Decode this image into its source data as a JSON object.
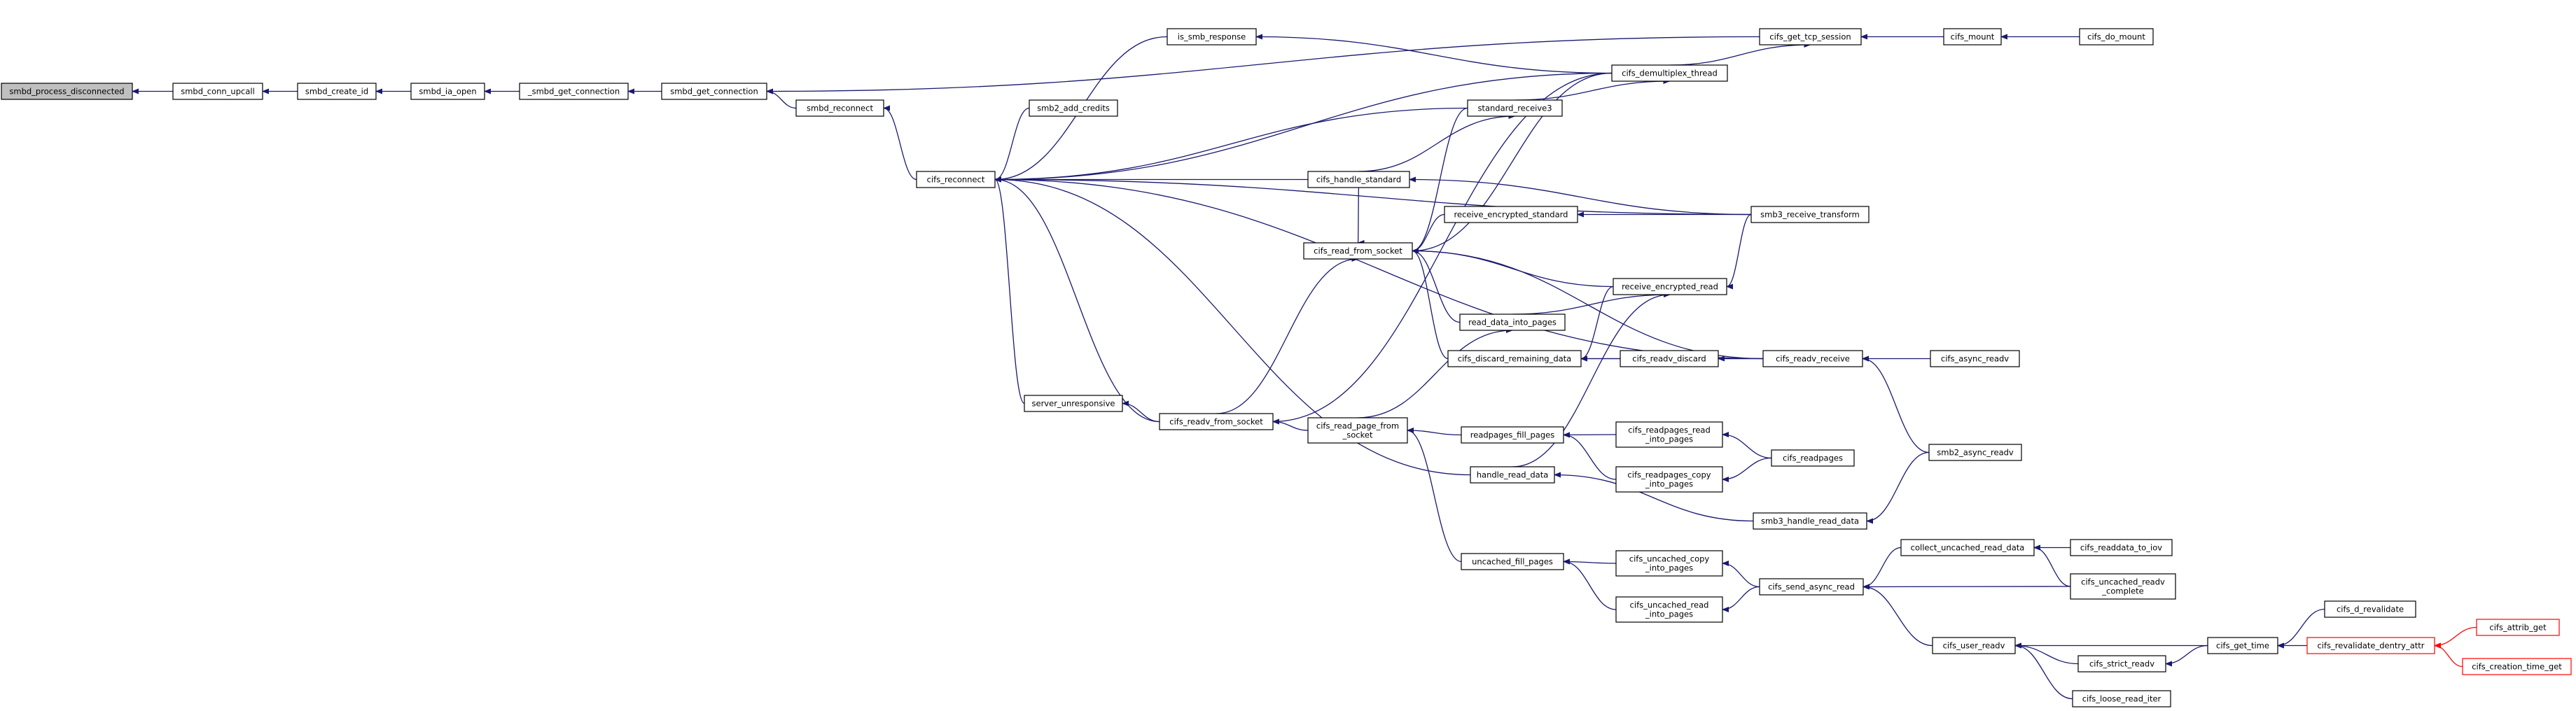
{
  "nodes": [
    {
      "id": "smbd_process_disconnected",
      "lines": [
        "smbd_process_disconnected"
      ],
      "style": "root"
    },
    {
      "id": "smbd_conn_upcall",
      "lines": [
        "smbd_conn_upcall"
      ]
    },
    {
      "id": "smbd_create_id",
      "lines": [
        "smbd_create_id"
      ]
    },
    {
      "id": "smbd_ia_open",
      "lines": [
        "smbd_ia_open"
      ]
    },
    {
      "id": "_smbd_get_connection",
      "lines": [
        "_smbd_get_connection"
      ]
    },
    {
      "id": "smbd_get_connection",
      "lines": [
        "smbd_get_connection"
      ]
    },
    {
      "id": "smbd_reconnect",
      "lines": [
        "smbd_reconnect"
      ]
    },
    {
      "id": "cifs_reconnect",
      "lines": [
        "cifs_reconnect"
      ]
    },
    {
      "id": "is_smb_response",
      "lines": [
        "is_smb_response"
      ]
    },
    {
      "id": "smb2_add_credits",
      "lines": [
        "smb2_add_credits"
      ]
    },
    {
      "id": "standard_receive3",
      "lines": [
        "standard_receive3"
      ]
    },
    {
      "id": "cifs_handle_standard",
      "lines": [
        "cifs_handle_standard"
      ]
    },
    {
      "id": "cifs_read_from_socket",
      "lines": [
        "cifs_read_from_socket"
      ]
    },
    {
      "id": "receive_encrypted_standard",
      "lines": [
        "receive_encrypted_standard"
      ]
    },
    {
      "id": "read_data_into_pages",
      "lines": [
        "read_data_into_pages"
      ]
    },
    {
      "id": "cifs_discard_remaining_data",
      "lines": [
        "cifs_discard_remaining_data"
      ]
    },
    {
      "id": "server_unresponsive",
      "lines": [
        "server_unresponsive"
      ]
    },
    {
      "id": "cifs_readv_from_socket",
      "lines": [
        "cifs_readv_from_socket"
      ]
    },
    {
      "id": "cifs_read_page_from_socket",
      "lines": [
        "cifs_read_page_from",
        "_socket"
      ]
    },
    {
      "id": "readpages_fill_pages",
      "lines": [
        "readpages_fill_pages"
      ]
    },
    {
      "id": "handle_read_data",
      "lines": [
        "handle_read_data"
      ]
    },
    {
      "id": "uncached_fill_pages",
      "lines": [
        "uncached_fill_pages"
      ]
    },
    {
      "id": "cifs_get_tcp_session",
      "lines": [
        "cifs_get_tcp_session"
      ]
    },
    {
      "id": "cifs_mount",
      "lines": [
        "cifs_mount"
      ]
    },
    {
      "id": "cifs_do_mount",
      "lines": [
        "cifs_do_mount"
      ]
    },
    {
      "id": "cifs_demultiplex_thread",
      "lines": [
        "cifs_demultiplex_thread"
      ]
    },
    {
      "id": "smb3_receive_transform",
      "lines": [
        "smb3_receive_transform"
      ]
    },
    {
      "id": "receive_encrypted_read",
      "lines": [
        "receive_encrypted_read"
      ]
    },
    {
      "id": "cifs_readv_discard",
      "lines": [
        "cifs_readv_discard"
      ]
    },
    {
      "id": "cifs_readv_receive",
      "lines": [
        "cifs_readv_receive"
      ]
    },
    {
      "id": "cifs_async_readv",
      "lines": [
        "cifs_async_readv"
      ]
    },
    {
      "id": "smb2_async_readv",
      "lines": [
        "smb2_async_readv"
      ]
    },
    {
      "id": "cifs_readpages_read_into_pages",
      "lines": [
        "cifs_readpages_read",
        "_into_pages"
      ]
    },
    {
      "id": "cifs_readpages_copy_into_pages",
      "lines": [
        "cifs_readpages_copy",
        "_into_pages"
      ]
    },
    {
      "id": "cifs_readpages",
      "lines": [
        "cifs_readpages"
      ]
    },
    {
      "id": "smb3_handle_read_data",
      "lines": [
        "smb3_handle_read_data"
      ]
    },
    {
      "id": "cifs_uncached_copy_into_pages",
      "lines": [
        "cifs_uncached_copy",
        "_into_pages"
      ]
    },
    {
      "id": "cifs_uncached_read_into_pages",
      "lines": [
        "cifs_uncached_read",
        "_into_pages"
      ]
    },
    {
      "id": "cifs_send_async_read",
      "lines": [
        "cifs_send_async_read"
      ]
    },
    {
      "id": "collect_uncached_read_data",
      "lines": [
        "collect_uncached_read_data"
      ]
    },
    {
      "id": "cifs_readdata_to_iov",
      "lines": [
        "cifs_readdata_to_iov"
      ]
    },
    {
      "id": "cifs_uncached_readv_complete",
      "lines": [
        "cifs_uncached_readv",
        "_complete"
      ]
    },
    {
      "id": "cifs_user_readv",
      "lines": [
        "cifs_user_readv"
      ]
    },
    {
      "id": "cifs_strict_readv",
      "lines": [
        "cifs_strict_readv"
      ]
    },
    {
      "id": "cifs_loose_read_iter",
      "lines": [
        "cifs_loose_read_iter"
      ]
    },
    {
      "id": "cifs_get_time",
      "lines": [
        "cifs_get_time"
      ]
    },
    {
      "id": "cifs_d_revalidate",
      "lines": [
        "cifs_d_revalidate"
      ]
    },
    {
      "id": "cifs_revalidate_dentry_attr",
      "lines": [
        "cifs_revalidate_dentry_attr"
      ],
      "style": "red"
    },
    {
      "id": "cifs_attrib_get",
      "lines": [
        "cifs_attrib_get"
      ],
      "style": "red"
    },
    {
      "id": "cifs_creation_time_get",
      "lines": [
        "cifs_creation_time_get"
      ],
      "style": "red"
    }
  ],
  "edges": [
    [
      "smbd_conn_upcall",
      "smbd_process_disconnected"
    ],
    [
      "smbd_create_id",
      "smbd_conn_upcall"
    ],
    [
      "smbd_ia_open",
      "smbd_create_id"
    ],
    [
      "_smbd_get_connection",
      "smbd_ia_open"
    ],
    [
      "smbd_get_connection",
      "_smbd_get_connection"
    ],
    [
      "smbd_reconnect",
      "smbd_get_connection"
    ],
    [
      "cifs_get_tcp_session",
      "smbd_get_connection"
    ],
    [
      "cifs_reconnect",
      "smbd_reconnect"
    ],
    [
      "cifs_mount",
      "cifs_get_tcp_session"
    ],
    [
      "cifs_do_mount",
      "cifs_mount"
    ],
    [
      "is_smb_response",
      "cifs_reconnect"
    ],
    [
      "cifs_demultiplex_thread",
      "cifs_reconnect"
    ],
    [
      "smb2_add_credits",
      "cifs_reconnect"
    ],
    [
      "standard_receive3",
      "cifs_reconnect"
    ],
    [
      "cifs_handle_standard",
      "cifs_reconnect"
    ],
    [
      "smb3_receive_transform",
      "cifs_reconnect"
    ],
    [
      "cifs_readv_receive",
      "cifs_reconnect"
    ],
    [
      "server_unresponsive",
      "cifs_reconnect"
    ],
    [
      "cifs_readv_from_socket",
      "cifs_reconnect"
    ],
    [
      "handle_read_data",
      "cifs_reconnect"
    ],
    [
      "cifs_demultiplex_thread",
      "is_smb_response"
    ],
    [
      "cifs_demultiplex_thread",
      "cifs_get_tcp_session"
    ],
    [
      "cifs_demultiplex_thread",
      "cifs_read_from_socket"
    ],
    [
      "cifs_demultiplex_thread",
      "cifs_readv_from_socket"
    ],
    [
      "cifs_handle_standard",
      "standard_receive3"
    ],
    [
      "standard_receive3",
      "cifs_read_from_socket"
    ],
    [
      "standard_receive3",
      "cifs_demultiplex_thread"
    ],
    [
      "cifs_handle_standard",
      "cifs_read_from_socket"
    ],
    [
      "smb3_receive_transform",
      "cifs_handle_standard"
    ],
    [
      "smb3_receive_transform",
      "receive_encrypted_standard"
    ],
    [
      "receive_encrypted_standard",
      "cifs_read_from_socket"
    ],
    [
      "receive_encrypted_read",
      "cifs_read_from_socket"
    ],
    [
      "cifs_readv_receive",
      "cifs_read_from_socket"
    ],
    [
      "cifs_discard_remaining_data",
      "cifs_read_from_socket"
    ],
    [
      "read_data_into_pages",
      "cifs_read_from_socket"
    ],
    [
      "cifs_read_page_from_socket",
      "read_data_into_pages"
    ],
    [
      "read_data_into_pages",
      "receive_encrypted_read"
    ],
    [
      "smb3_receive_transform",
      "receive_encrypted_read"
    ],
    [
      "receive_encrypted_read",
      "cifs_discard_remaining_data"
    ],
    [
      "cifs_readv_discard",
      "cifs_discard_remaining_data"
    ],
    [
      "cifs_readv_receive",
      "cifs_discard_remaining_data"
    ],
    [
      "cifs_readv_receive",
      "cifs_readv_discard"
    ],
    [
      "cifs_async_readv",
      "cifs_readv_receive"
    ],
    [
      "smb2_async_readv",
      "cifs_readv_receive"
    ],
    [
      "cifs_readv_from_socket",
      "server_unresponsive"
    ],
    [
      "cifs_read_page_from_socket",
      "cifs_readv_from_socket"
    ],
    [
      "cifs_readv_from_socket",
      "cifs_read_from_socket"
    ],
    [
      "readpages_fill_pages",
      "cifs_read_page_from_socket"
    ],
    [
      "uncached_fill_pages",
      "cifs_read_page_from_socket"
    ],
    [
      "cifs_readpages_read_into_pages",
      "readpages_fill_pages"
    ],
    [
      "cifs_readpages_copy_into_pages",
      "readpages_fill_pages"
    ],
    [
      "cifs_readpages",
      "cifs_readpages_read_into_pages"
    ],
    [
      "cifs_readpages",
      "cifs_readpages_copy_into_pages"
    ],
    [
      "handle_read_data",
      "receive_encrypted_read"
    ],
    [
      "smb3_handle_read_data",
      "handle_read_data"
    ],
    [
      "smb2_async_readv",
      "smb3_handle_read_data"
    ],
    [
      "cifs_uncached_copy_into_pages",
      "uncached_fill_pages"
    ],
    [
      "cifs_uncached_read_into_pages",
      "uncached_fill_pages"
    ],
    [
      "cifs_send_async_read",
      "cifs_uncached_copy_into_pages"
    ],
    [
      "cifs_send_async_read",
      "cifs_uncached_read_into_pages"
    ],
    [
      "collect_uncached_read_data",
      "cifs_send_async_read"
    ],
    [
      "cifs_uncached_readv_complete",
      "cifs_send_async_read"
    ],
    [
      "cifs_user_readv",
      "cifs_send_async_read"
    ],
    [
      "cifs_readdata_to_iov",
      "collect_uncached_read_data"
    ],
    [
      "cifs_uncached_readv_complete",
      "collect_uncached_read_data"
    ],
    [
      "cifs_strict_readv",
      "cifs_user_readv"
    ],
    [
      "cifs_loose_read_iter",
      "cifs_user_readv"
    ],
    [
      "cifs_get_time",
      "cifs_user_readv"
    ],
    [
      "cifs_get_time",
      "cifs_strict_readv"
    ],
    [
      "cifs_d_revalidate",
      "cifs_get_time"
    ],
    [
      "cifs_revalidate_dentry_attr",
      "cifs_get_time"
    ],
    [
      "cifs_attrib_get",
      "cifs_revalidate_dentry_attr"
    ],
    [
      "cifs_creation_time_get",
      "cifs_revalidate_dentry_attr"
    ]
  ]
}
